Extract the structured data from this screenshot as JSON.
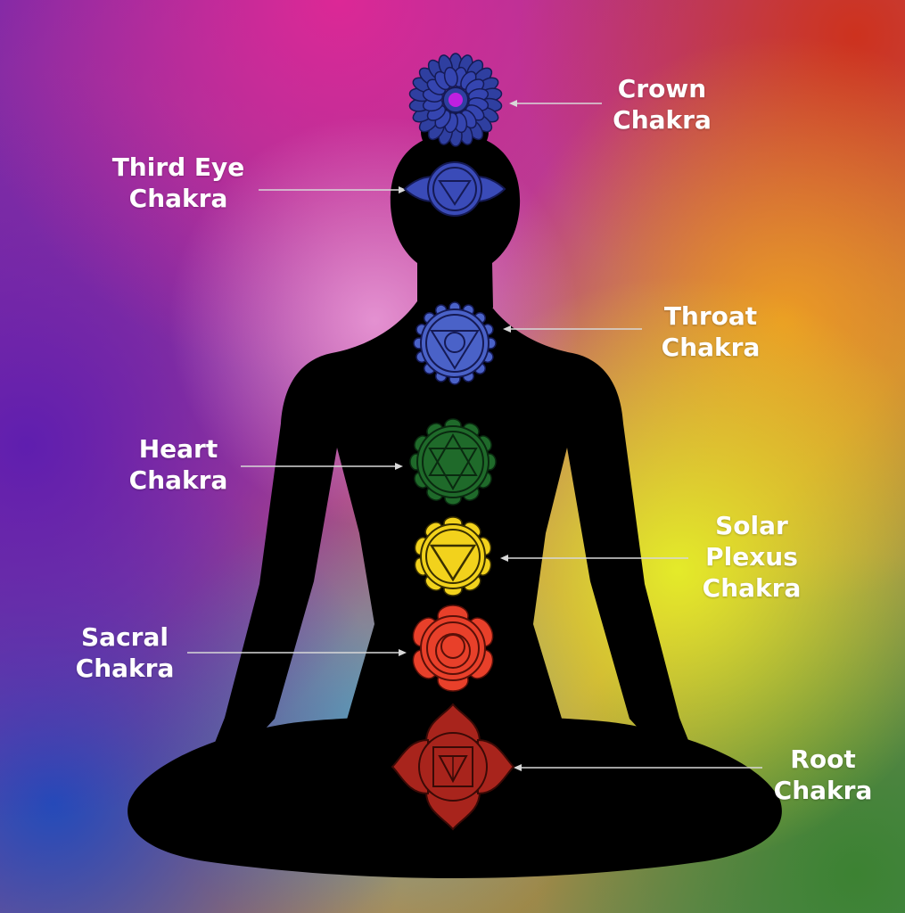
{
  "chakras": [
    {
      "key": "crown",
      "line1": "Crown",
      "line2": "Chakra",
      "color": "#2f3fa0",
      "center": "#c020e0"
    },
    {
      "key": "third_eye",
      "line1": "Third Eye",
      "line2": "Chakra",
      "color": "#3a4bb8"
    },
    {
      "key": "throat",
      "line1": "Throat",
      "line2": "Chakra",
      "color": "#4a62c8"
    },
    {
      "key": "heart",
      "line1": "Heart",
      "line2": "Chakra",
      "color": "#1f6a2a"
    },
    {
      "key": "solar_plexus",
      "line1": "Solar",
      "line2": "Plexus",
      "line3": "Chakra",
      "color": "#f2d21c"
    },
    {
      "key": "sacral",
      "line1": "Sacral",
      "line2": "Chakra",
      "color": "#e8402a"
    },
    {
      "key": "root",
      "line1": "Root",
      "line2": "Chakra",
      "color": "#a8241c"
    }
  ],
  "colors": {
    "silhouette": "#000000",
    "label_text": "#ffffff",
    "leader_line": "#d8d8d8"
  }
}
